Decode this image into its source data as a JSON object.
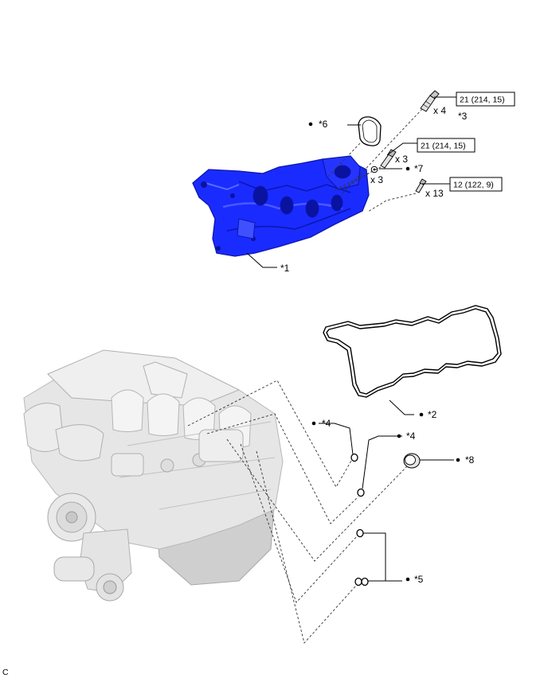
{
  "callouts": {
    "c1": "*1",
    "c2": "*2",
    "c3": "*3",
    "c4a": "*4",
    "c4b": "*4",
    "c5": "*5",
    "c6": "*6",
    "c7": "*7",
    "c8": "*8"
  },
  "torque": {
    "t1": "21 (214, 15)",
    "t2": "21 (214, 15)",
    "t3": "12 (122, 9)"
  },
  "qty": {
    "q1": "x 4",
    "q2": "x 3",
    "q3": "x 3",
    "q4": "x 13"
  },
  "corner_code": "C",
  "colors": {
    "cover_blue": "#1a2bff",
    "cover_dark": "#0d16b0",
    "engine_light": "#e6e6e6",
    "engine_edge": "#b8b8b8"
  }
}
